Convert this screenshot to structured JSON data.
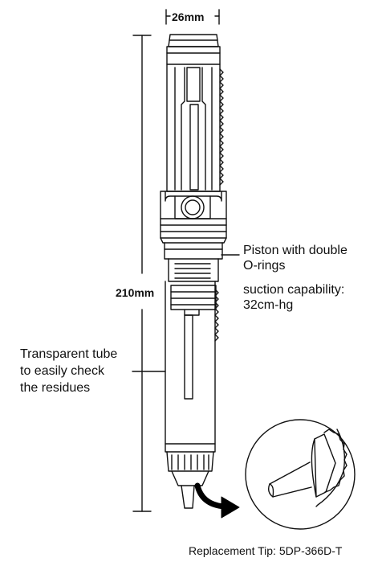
{
  "labels": {
    "width_dim": "26mm",
    "length_dim": "210mm",
    "piston_line1": "Piston with double",
    "piston_line2": "O-rings",
    "suction_line1": "suction capability:",
    "suction_line2": "32cm-hg",
    "tube_line1": "Transparent tube",
    "tube_line2": "to easily check",
    "tube_line3": "the residues",
    "replacement_tip": "Replacement Tip: 5DP-366D-T"
  },
  "colors": {
    "stroke": "#111111",
    "background": "#ffffff",
    "arrow": "#000000"
  },
  "icons": {
    "pump_illustration": "desoldering-pump-icon",
    "tip_detail": "replacement-tip-icon",
    "pointer_arrow": "curved-arrow-icon"
  }
}
